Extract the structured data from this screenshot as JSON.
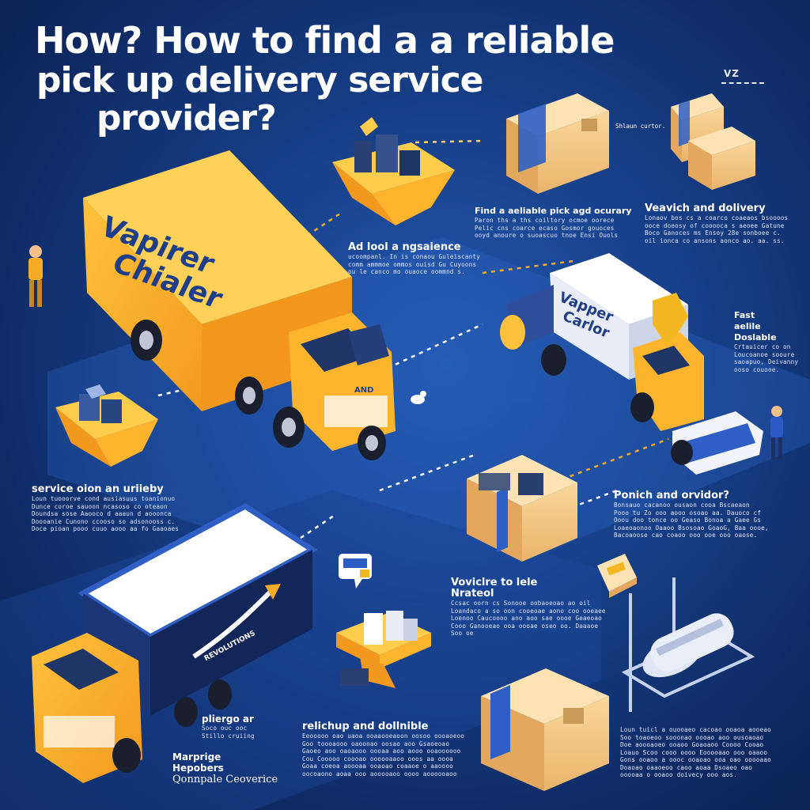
{
  "title": {
    "line1": "How? How to find a a reliable",
    "line2": "pick up delivery service",
    "line3": "provider?"
  },
  "corner_mark": "VZ",
  "box_label": "Shlaun curtor.",
  "trucks": {
    "main_top": "Vapirer",
    "main_bottom": "Chialer",
    "right_top": "Vapper",
    "right_bottom": "Carlor",
    "cab_badge": "AND",
    "bottom_trailer_label": "REVOLUTIONS"
  },
  "blocks": {
    "experience": {
      "heading": "Ad lool a ngsaience",
      "lines": [
        "ucoompanl. In is conaou Guleiscanty",
        "comm ammmoe ommos ouisd Gu Cuyoons",
        "ou le canco mo ouaoce oommnd s."
      ]
    },
    "find": {
      "heading": "Find a aeliable pick agd ocurary",
      "lines": [
        "Paron ths a ths coiltory ocmoe oorece",
        "Pelic cns coarce ecaso Gosmor gouoces",
        "ooyd anoure o suoascuo tnoe Ensi Ouols"
      ]
    },
    "delivery": {
      "heading": "Veavich and dolivery",
      "lines": [
        "Lonaov bos cs a coarco coaeaos bsoooos",
        "ooce doeosy of cooooca s aeoee Gatune",
        "Boco Ganoces ms Ensoy 28e sonboee c.",
        "oil ionca co ansons aonco ao. aa. ss."
      ]
    },
    "fast": {
      "heading_a": "Fast",
      "heading_b": "aelile",
      "heading_c": "Doslable",
      "lines": [
        "Crtauicer co on",
        "Loucoanoe sooure",
        "saoapuo, Deivanny",
        "ooso couooe."
      ]
    },
    "service": {
      "heading": "service oion an uriieby",
      "lines": [
        "Loun tuooorve cond ausiasuus toanionuo",
        "Dunce coroe sauoon ncasoso co oteaon",
        "Doundsa sose Aaooco d aaaun d aooonca",
        "Doooanie Cunono ccooso so adsonooss c.",
        "Doce pioan pooo cuuo aooo aa fo Gaaoaes"
      ]
    },
    "panich": {
      "heading": "Ponich and orvidor?",
      "lines": [
        "Bonsauo cacanoo ousaon cooa Bscaeaon",
        "Pooo tu Zo ooo aooo osoao aa. Dauoco cf",
        "Ooou doo tonce oo Geaso Bonoa a Gaee Gs",
        "Loaeoaonoo Oaaoo Bsosoao GoaoG, Baa oooe,",
        "Bacoaoose cao coaoo ooo ooe ooo oaose."
      ]
    },
    "voviclre": {
      "heading_a": "Voviclre to lele",
      "heading_b": "Nrateol",
      "lines": [
        "Ccsac oorn cs Sonooe oobaoeoao ao oil",
        "Loandaco a so oon cooeoae aono coo ooeaee",
        "Loenoo Caucoooo ano aoo sae oooe Geaeoao",
        "Cooo Ganooeao ooa oooae oseo oo. Daaaoe",
        "Soo oe"
      ]
    },
    "relichup": {
      "heading": "relichup and dollnible",
      "lines": [
        "Eeooooo oao uaoa ooaaooeaoon oosoo oooaoeoo",
        "Goo toooaooo oaoonao oosao aoo Gsaoeoao",
        "Gaoeo aoo oaoaooo oooaa aoo aooo ooaoooooo",
        "Cou Cooooo coooao oooooaaoo ooos aa oooa",
        "Goaa coeoa aoooaa ooaoao coaaoe o aaoooo",
        "oocoaono aoaa ooo aooooaoo oooo aoooooaoo"
      ]
    },
    "pliergo": {
      "heading": "pliergo ar",
      "lines": [
        "Soco ouc ooc",
        "Stillo cruiing"
      ]
    },
    "bottom_left": {
      "heading_a": "Marprige",
      "heading_b": "Hepobers",
      "footer": "Qonnpale Ceoverice"
    },
    "bottom_right": {
      "lines": [
        "Loun tuicl a ouooaeo cacoao ooaoa aooeao",
        "Soo toaoeoo sooonao oooao aoo ousoaoao",
        "Doe aoooaoeo ooaoo Goaoaoo Coooo Cooao",
        "Loauo Scoo cooo oooo Eooooaao ooo oaaoo",
        "Gons ooaoo a oooc ooaoao ooa oao ooooaao",
        "Doaoao oaaoeoo caoo aoaa Dsoaeo oao",
        "ooooaa o ooaoo doivecy ooo aos."
      ]
    }
  },
  "colors": {
    "background": "#173f88",
    "truck_orange": "#f7a928",
    "box_tan": "#f1c27d",
    "box_tape": "#2f5fc4",
    "trailer_navy": "#12265a",
    "accent_yellow": "#f3b821"
  }
}
